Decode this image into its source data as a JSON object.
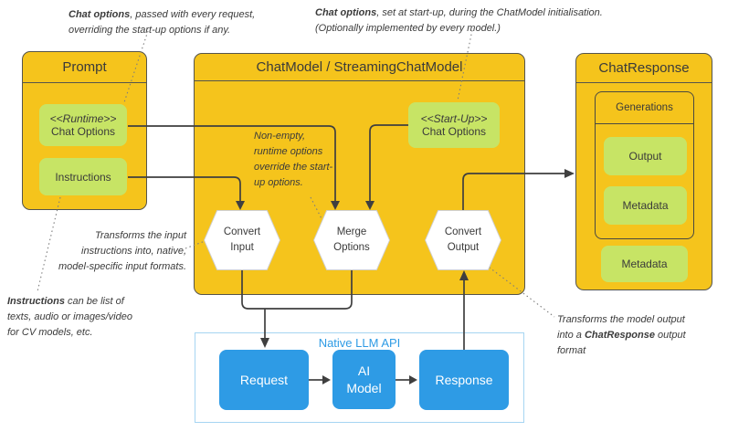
{
  "colors": {
    "box_yellow": "#F5C41C",
    "box_green": "#C7E465",
    "box_blue": "#2E9BE5",
    "native_border": "#A6D5F2",
    "connector_line": "#3F3F3F",
    "text_dark": "#3A3A3A"
  },
  "annotations": {
    "runtime_note": {
      "bold": "Chat options",
      "rest": ", passed with every  request, overriding the start-up options if any."
    },
    "startup_note": {
      "bold": "Chat options",
      "rest": ", set at start-up, during  the ChatModel initialisation. (Optionally implemented by every model.)"
    },
    "merge_note": "Non-empty, runtime options override the start-up options.",
    "convert_input_note": "Transforms the input instructions into, native, model-specific input formats.",
    "instructions_note": {
      "bold": "Instructions",
      "rest": " can be list of texts, audio or images/video for CV models, etc."
    },
    "convert_output_note": {
      "prefix": "Transforms the model output into  a ",
      "bold": "ChatResponse",
      "suffix": " output format"
    }
  },
  "prompt": {
    "title": "Prompt",
    "runtime_stereotype": "<<Runtime>>",
    "runtime_label": "Chat Options",
    "instructions_label": "Instructions"
  },
  "chat_model": {
    "title": "ChatModel / StreamingChatModel",
    "startup_stereotype": "<<Start-Up>>",
    "startup_label": "Chat Options",
    "convert_input_label": "Convert\nInput",
    "merge_options_label": "Merge\nOptions",
    "convert_output_label": "Convert\nOutput"
  },
  "chat_response": {
    "title": "ChatResponse",
    "generations_label": "Generations",
    "output_label": "Output",
    "generation_metadata_label": "Metadata",
    "response_metadata_label": "Metadata"
  },
  "native_api": {
    "title": "Native LLM API",
    "request_label": "Request",
    "ai_model_label": "AI\nModel",
    "response_label": "Response"
  }
}
